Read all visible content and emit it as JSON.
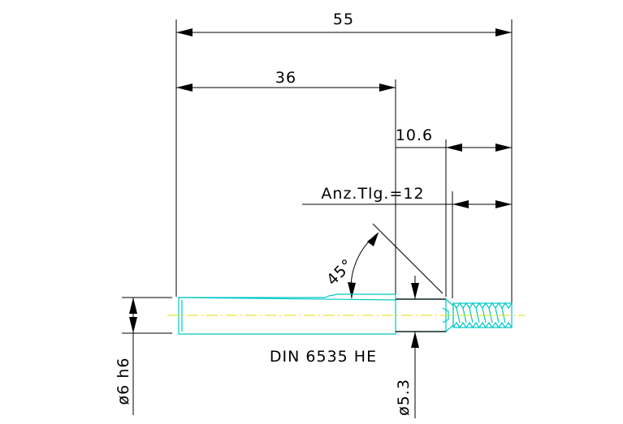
{
  "dimensions": {
    "overall_length": "55",
    "shank_length": "36",
    "thread_length": "10.6",
    "flutes_label": "Anz.Tlg.=12",
    "chamfer_angle": "45°",
    "shank_diameter": "ø6 h6",
    "neck_diameter": "ø5.3"
  },
  "standard_label": "DIN 6535 HE",
  "colors": {
    "part_outline": "#00c8c8",
    "centerline": "#e0e000",
    "dimension": "#000000"
  }
}
